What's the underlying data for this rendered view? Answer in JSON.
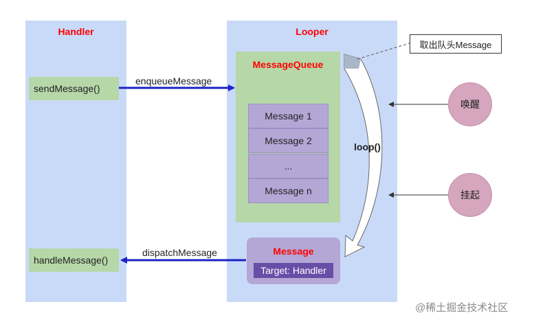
{
  "diagram": {
    "handler": {
      "title": "Handler",
      "send": "sendMessage()",
      "handle": "handleMessage()"
    },
    "looper": {
      "title": "Looper",
      "loop": "loop()"
    },
    "queue": {
      "title": "MessageQueue",
      "items": [
        "Message 1",
        "Message 2",
        "...",
        "Message n"
      ]
    },
    "message": {
      "title": "Message",
      "target": "Target: Handler"
    },
    "edges": {
      "enqueue": "enqueueMessage",
      "dispatch": "dispatchMessage"
    },
    "callout": "取出队头Message",
    "states": {
      "wake": "唤醒",
      "suspend": "挂起"
    },
    "watermark": "@稀土掘金技术社区"
  }
}
